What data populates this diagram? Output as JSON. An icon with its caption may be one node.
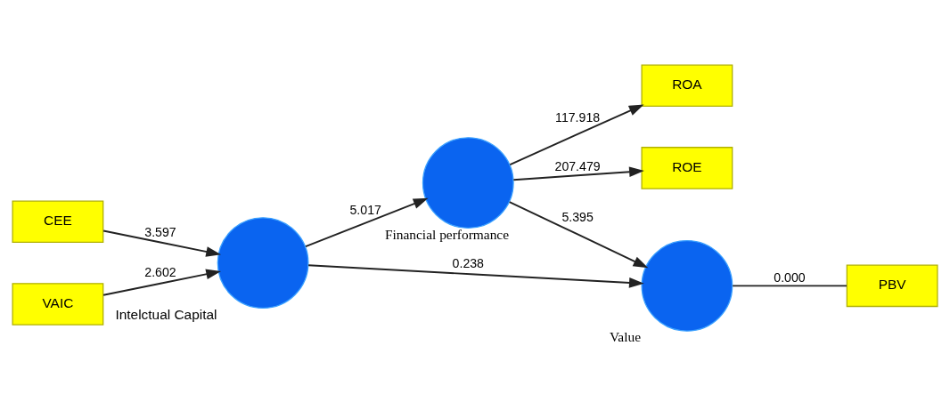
{
  "diagram": {
    "nodes": [
      {
        "text": [
          "ROA"
        ]
      },
      {
        "text": [
          "ROE"
        ]
      },
      {
        "text": [
          "CEE"
        ]
      },
      {
        "text": [
          "Financial performance"
        ]
      },
      {
        "text": [
          "Intelctual Capital"
        ]
      },
      {
        "text": [
          "Value"
        ]
      },
      {
        "text": [
          "VAIC"
        ]
      },
      {
        "text": [
          "PBV"
        ]
      }
    ],
    "edges": [
      {
        "from": 3,
        "to": 0,
        "arrow": "to",
        "label": "117.918"
      },
      {
        "from": 3,
        "to": 1,
        "arrow": "to",
        "label": "207.479"
      },
      {
        "from": 2,
        "to": 4,
        "arrow": "to",
        "label": "3.597"
      },
      {
        "from": 6,
        "to": 4,
        "arrow": "to",
        "label": "2.602"
      },
      {
        "from": 4,
        "to": 3,
        "arrow": "to",
        "label": "5.017"
      },
      {
        "from": 3,
        "to": 5,
        "arrow": "to",
        "label": "5.395"
      },
      {
        "from": 4,
        "to": 5,
        "arrow": "to",
        "label": "0.238"
      },
      {
        "from": 5,
        "to": 7,
        "arrow": "none",
        "label": "0.000"
      }
    ]
  }
}
